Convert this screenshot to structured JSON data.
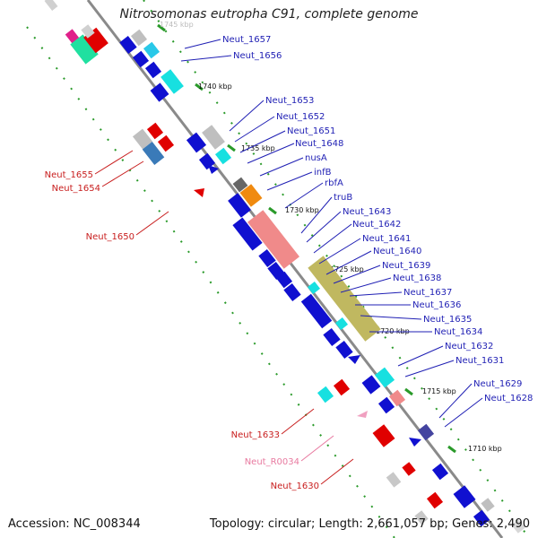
{
  "title": "Nitrosomonas eutropha C91, complete genome",
  "footer": {
    "accession": "Accession: NC_008344",
    "summary": "Topology: circular; Length: 2,661,057 bp; Genes: 2,490"
  },
  "colors": {
    "backbone": "#8a8a8a",
    "ticks": "#2a9a2a",
    "blue_label": "#1f1fb4",
    "red_label": "#c81e1e",
    "pink_label": "#e87aa0"
  },
  "scale_labels": [
    {
      "text": "1745 kbp",
      "faded": true
    },
    {
      "text": "1740 kbp"
    },
    {
      "text": "1735 kbp"
    },
    {
      "text": "1730 kbp"
    },
    {
      "text": "1725 kbp"
    },
    {
      "text": "1720 kbp"
    },
    {
      "text": "1715 kbp"
    },
    {
      "text": "1710 kbp"
    }
  ],
  "right_labels": [
    "Neut_1657",
    "Neut_1656",
    "Neut_1653",
    "Neut_1652",
    "Neut_1651",
    "Neut_1648",
    "nusA",
    "infB",
    "rbfA",
    "truB",
    "Neut_1643",
    "Neut_1642",
    "Neut_1641",
    "Neut_1640",
    "Neut_1639",
    "Neut_1638",
    "Neut_1637",
    "Neut_1636",
    "Neut_1635",
    "Neut_1634",
    "Neut_1632",
    "Neut_1631",
    "Neut_1629",
    "Neut_1628"
  ],
  "left_labels": [
    {
      "text": "Neut_1655",
      "color": "red"
    },
    {
      "text": "Neut_1654",
      "color": "red"
    },
    {
      "text": "Neut_1650",
      "color": "red"
    },
    {
      "text": "Neut_1633",
      "color": "red"
    },
    {
      "text": "Neut_R0034",
      "color": "pink"
    },
    {
      "text": "Neut_1630",
      "color": "red"
    }
  ]
}
